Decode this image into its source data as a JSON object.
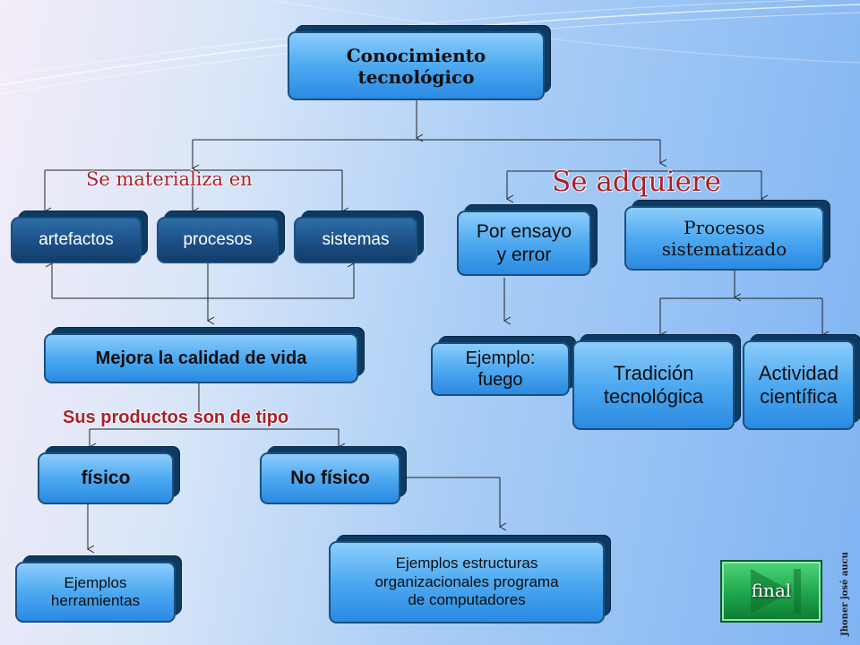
{
  "nodes": {
    "conocimiento": "Conocimiento\ntecnológico",
    "artefactos": "artefactos",
    "procesos": "procesos",
    "sistemas": "sistemas",
    "mejora": "Mejora la calidad de vida",
    "fisico": "físico",
    "no_fisico": "No físico",
    "ejemplos_herramientas": "Ejemplos\nherramientas",
    "ejemplos_estructuras": "Ejemplos estructuras\norganizacionales programa\nde computadores",
    "ensayo": "Por ensayo\ny error",
    "sistematizado": "Procesos\nsistematizado",
    "fuego": "Ejemplo:\nfuego",
    "tradicion": "Tradición\ntecnológica",
    "actividad": "Actividad\ncientífica"
  },
  "labels": {
    "materializa": "Se materializa en",
    "adquiere": "Se adquiere",
    "productos": "Sus productos son de tipo"
  },
  "nav": {
    "final_label": "final"
  },
  "author": "Jhoner josé aucu",
  "colors": {
    "box_light": "#4ea9f1",
    "box_dark": "#1c4f86",
    "label_red": "#a8202a",
    "final_green": "#1ea54b"
  }
}
